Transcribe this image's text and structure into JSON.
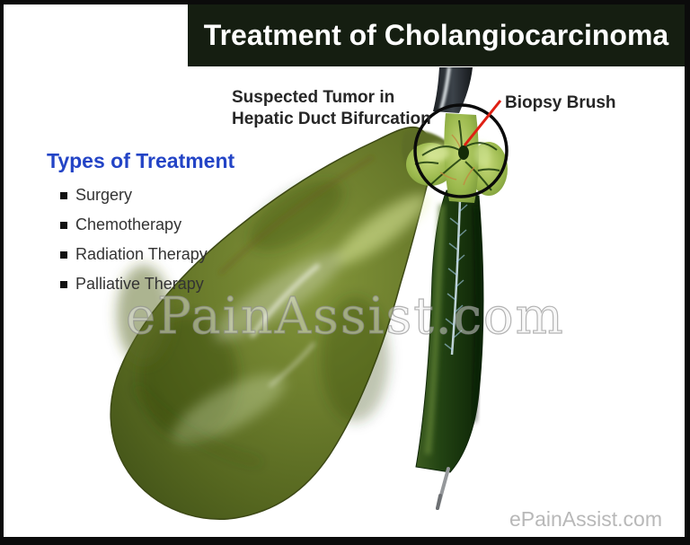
{
  "header": {
    "title": "Treatment of Cholangiocarcinoma"
  },
  "annotations": {
    "tumor_label_line1": "Suspected Tumor in",
    "tumor_label_line2": "Hepatic Duct Bifurcation",
    "brush_label": "Biopsy Brush"
  },
  "treatment": {
    "heading": "Types of Treatment",
    "items": [
      "Surgery",
      "Chemotherapy",
      "Radiation Therapy",
      "Palliative Therapy"
    ]
  },
  "watermark": {
    "center_text": "ePainAssist.com",
    "footer_text": "ePainAssist.com"
  },
  "illustration": {
    "parts": [
      "gallbladder",
      "common-bile-duct",
      "hepatic-duct-bifurcation",
      "biopsy-brush",
      "guidewire",
      "highlight-circle",
      "red-pointer-line"
    ]
  },
  "colors": {
    "title_bar_bg": "#151e11",
    "title_text": "#ffffff",
    "heading_blue": "#2344c6",
    "label_text": "#262626",
    "list_text": "#333333",
    "pointer_red": "#df2014",
    "duct_dark_green": "#1c3a0e",
    "gallbladder_olive": "#6b7c2c",
    "watermark_gray": "#b8b8b8",
    "frame_black": "#0b0b0b"
  }
}
